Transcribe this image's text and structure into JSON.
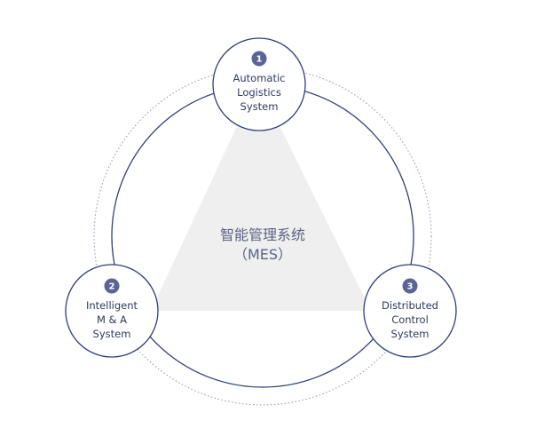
{
  "center": {
    "title": "智能管理系统",
    "subtitle": "（MES）"
  },
  "nodes": [
    {
      "number": "1",
      "lines": [
        "Automatic",
        "Logistics",
        "System"
      ]
    },
    {
      "number": "2",
      "lines": [
        "Intelligent",
        "M & A",
        "System"
      ]
    },
    {
      "number": "3",
      "lines": [
        "Distributed",
        "Control",
        "System"
      ]
    }
  ],
  "colors": {
    "ring": "#2f3f7a",
    "badge": "#5b6496",
    "triangle": "#efefef",
    "dotted": "#8a93b8"
  }
}
